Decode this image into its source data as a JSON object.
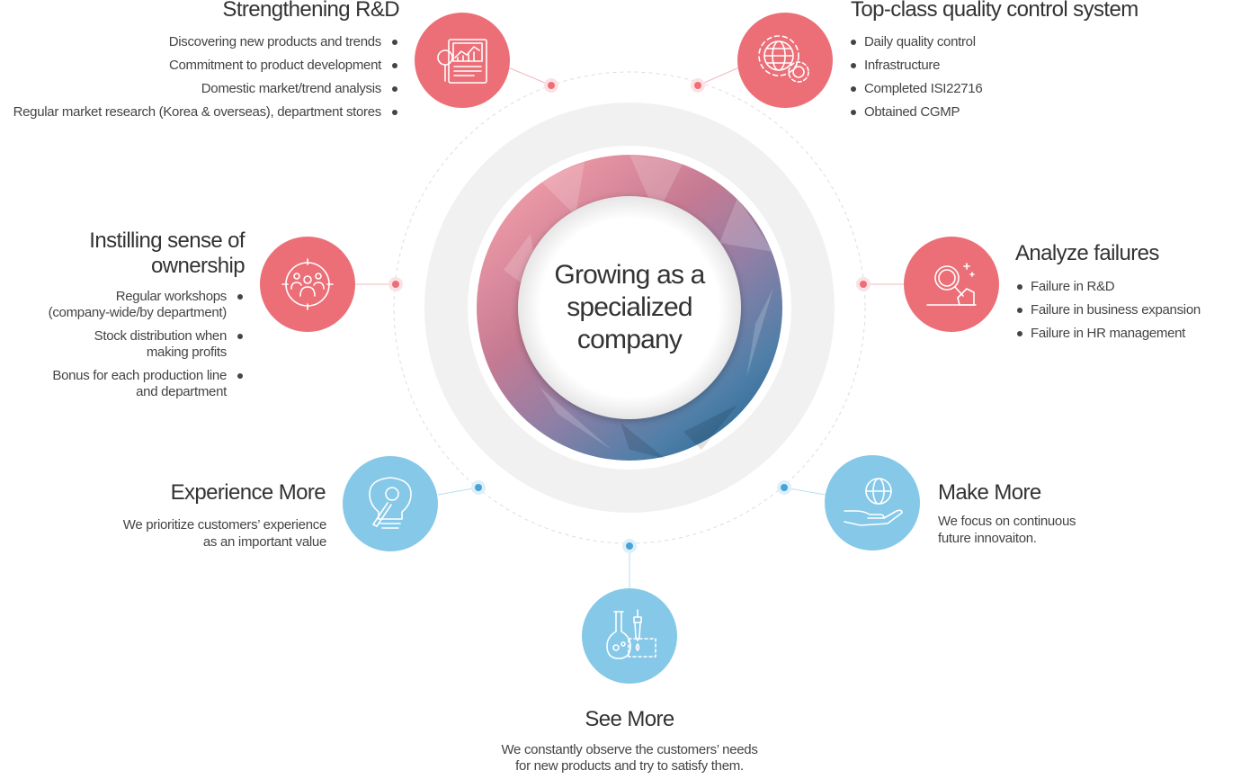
{
  "center": {
    "line1": "Growing as a",
    "line2": "specialized",
    "line3": "company"
  },
  "strengthening_rd": {
    "title": "Strengthening R&D",
    "items": [
      "Discovering new products and trends",
      "Commitment to product development",
      "Domestic market/trend analysis",
      "Regular market research (Korea & overseas), department stores"
    ],
    "icon": "report-magnifier-icon"
  },
  "quality_control": {
    "title": "Top-class quality control system",
    "items": [
      "Daily quality control",
      "Infrastructure",
      "Completed ISI22716",
      "Obtained CGMP"
    ],
    "icon": "globe-gear-icon"
  },
  "ownership": {
    "title_line1": "Instilling sense of",
    "title_line2": "ownership",
    "items": [
      {
        "line1": "Regular workshops",
        "line2": "(company-wide/by department)"
      },
      {
        "line1": "Stock distribution when",
        "line2": "making profits"
      },
      {
        "line1": "Bonus for each production line",
        "line2": "and department"
      }
    ],
    "icon": "team-target-icon"
  },
  "analyze_failures": {
    "title": "Analyze failures",
    "items": [
      "Failure in R&D",
      "Failure in business expansion",
      "Failure in HR management"
    ],
    "icon": "magnifier-hand-icon"
  },
  "experience_more": {
    "title": "Experience More",
    "line1": "We prioritize customers’ experience",
    "line2": "as an important value",
    "icon": "lightbulb-pencil-icon"
  },
  "make_more": {
    "title": "Make More",
    "line1": "We focus on continuous",
    "line2": "future innovaiton.",
    "icon": "hand-globe-icon"
  },
  "see_more": {
    "title": "See More",
    "line1": "We constantly observe the customers’ needs",
    "line2": "for new products and try to satisfy them.",
    "icon": "flask-dropper-icon"
  },
  "colors": {
    "pink": "#ec6f78",
    "blue": "#86c8e8",
    "ring": "#f2f2f2",
    "text": "#333333"
  }
}
